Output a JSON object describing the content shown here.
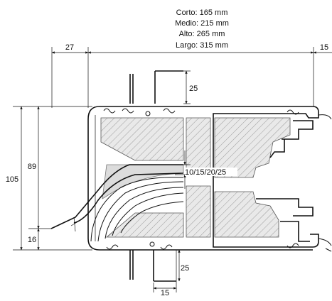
{
  "heights": {
    "corto": "Corto: 165 mm",
    "medio": "Medio: 215 mm",
    "alto": "Alto: 265 mm",
    "largo": "Largo: 315 mm"
  },
  "dimensions": {
    "top_left": "27",
    "top_right": "15",
    "upper_clip": "25",
    "total_height": "105",
    "inner_height": "89",
    "bottom_left": "16",
    "variable": "10/15/20/25",
    "lower_clip": "25",
    "bottom_width": "15"
  }
}
